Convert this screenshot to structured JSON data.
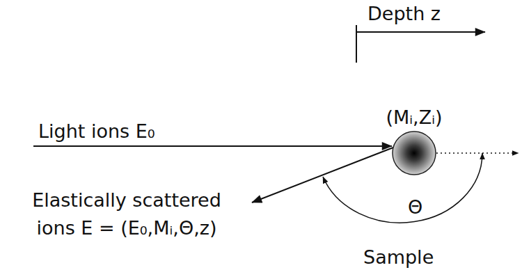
{
  "diagram": {
    "nodes": [
      {
        "text": [
          "Sample"
        ]
      },
      {
        "text": [
          "(Mᵢ,Zᵢ)"
        ],
        "in": 0
      }
    ],
    "labels": [
      "Depth z",
      "Light ions E₀",
      "Elastically scattered ions E = (E₀,Mᵢ,Θ,z)",
      "Θ"
    ]
  }
}
